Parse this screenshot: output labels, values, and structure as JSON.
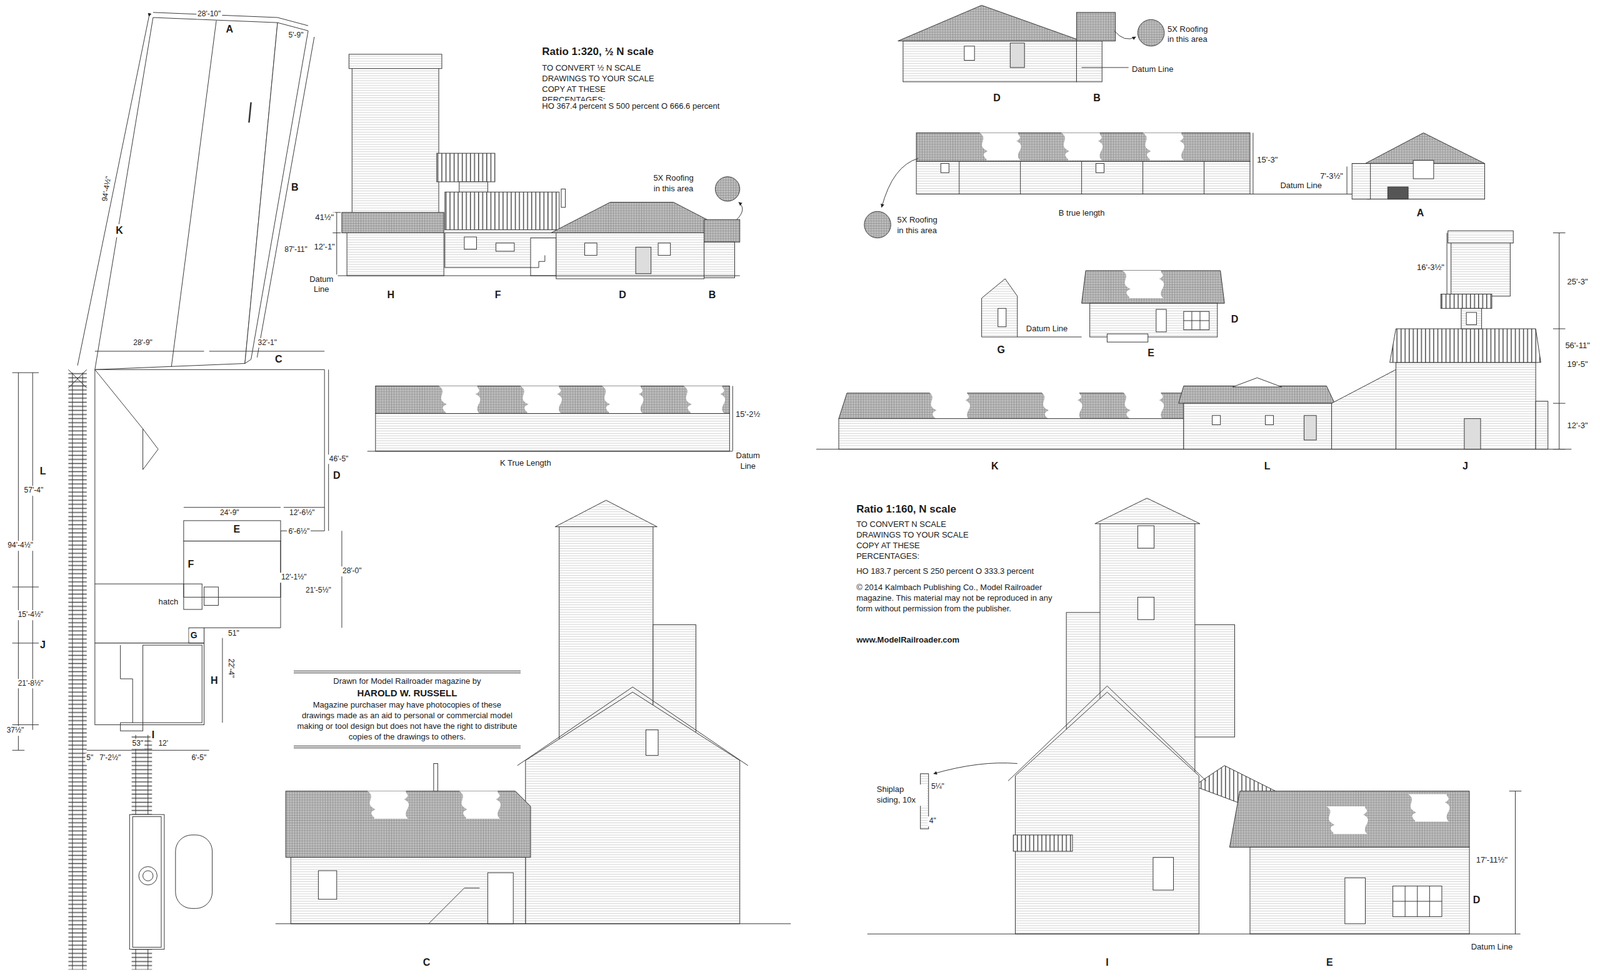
{
  "diagram": {
    "nodes": [
      {
        "text": [
          "Drawn for Model Railroader magazine by",
          "HAROLD W. RUSSELL",
          "Magazine purchaser may have photocopies of these drawings made as an aid to personal or commercial model making or tool design but does not have the right to distribute copies of the drawings to others."
        ]
      }
    ],
    "labels": [
      "28'-10\"",
      "A",
      "5'-9\"",
      "94'-4½\"",
      "K",
      "B",
      "87'-11\"",
      "28'-9\"",
      "32'-1\"",
      "C",
      "46'-5\"",
      "D",
      "L",
      "57'-4\"",
      "94'-4½\"",
      "24'-9\"",
      "E",
      "12'-6½\"",
      "6'-6½\"",
      "F",
      "28'-0\"",
      "12'-1½\"",
      "21'-5½\"",
      "hatch",
      "15'-4½\"",
      "J",
      "G",
      "51\"",
      "21'-8½\"",
      "H",
      "22'-4\"",
      "37½\"",
      "I",
      "5\"",
      "7'-2½\"",
      "53\"",
      "12'",
      "6'-5\"",
      "41½\"",
      "12'-1\"",
      "Datum Line",
      "H",
      "F",
      "D",
      "B",
      "5X Roofing in this area",
      "Ratio 1:320, ½ N scale",
      "TO CONVERT ½ N SCALE DRAWINGS TO YOUR SCALE COPY AT THESE PERCENTAGES:",
      "HO 367.4 percent S 500 percent O 666.6 percent",
      "15'-2½",
      "Datum Line",
      "K True Length",
      "C",
      "5X Roofing in this area",
      "Datum Line",
      "D",
      "B",
      "15'-3\"",
      "Datum Line",
      "7'-3½\"",
      "5X Roofing in this area",
      "B true length",
      "A",
      "G",
      "Datum Line",
      "E",
      "D",
      "16'-3½\"",
      "25'-3\"",
      "56'-11\"",
      "19'-5\"",
      "12'-3\"",
      "K",
      "L",
      "J",
      "Ratio 1:160, N scale",
      "TO CONVERT N SCALE DRAWINGS TO YOUR SCALE COPY AT THESE PERCENTAGES:",
      "HO 183.7 percent S 250 percent O 333.3 percent",
      "© 2014 Kalmbach Publishing Co., Model Railroader magazine. This material may not be reproduced in any form without permission from the publisher.",
      "www.ModelRailroader.com",
      "Shiplap siding, 10x",
      "5¼\"",
      "4\"",
      "17'-11½\"",
      "D",
      "Datum Line",
      "I",
      "E"
    ]
  }
}
